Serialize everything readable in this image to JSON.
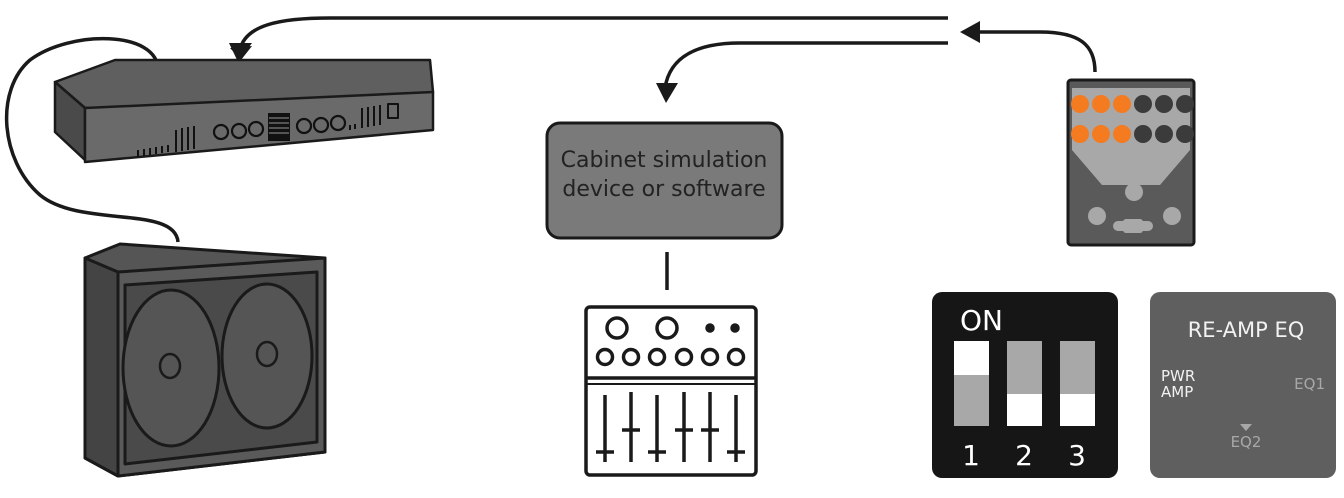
{
  "cabinet_box": {
    "line1": "Cabinet simulation",
    "line2": "device or software"
  },
  "dip_switch": {
    "on_label": "ON",
    "switches": [
      {
        "label": "1",
        "state": "on"
      },
      {
        "label": "2",
        "state": "off"
      },
      {
        "label": "3",
        "state": "off"
      }
    ]
  },
  "eq_panel": {
    "title": "RE-AMP EQ",
    "left_label_1": "PWR",
    "left_label_2": "AMP",
    "right_label": "EQ1",
    "bottom_label": "EQ2"
  },
  "colors": {
    "outline": "#1a1a1a",
    "device_fill": "#5a5a5a",
    "box_fill": "#7a7a7a",
    "accent_orange": "#f47b20",
    "dark_knob": "#3b3b3b",
    "panel_dark": "#161616",
    "eq_panel": "#5f5f5f",
    "eq_text": "#f2f2f2",
    "eq_muted": "#a8a8a8"
  },
  "icons": [
    "rack-amplifier-icon",
    "speaker-cabinet-icon",
    "mixing-console-icon",
    "guitar-pedal-icon",
    "dip-switch-icon",
    "eq-selector-icon",
    "arrow-icon"
  ]
}
